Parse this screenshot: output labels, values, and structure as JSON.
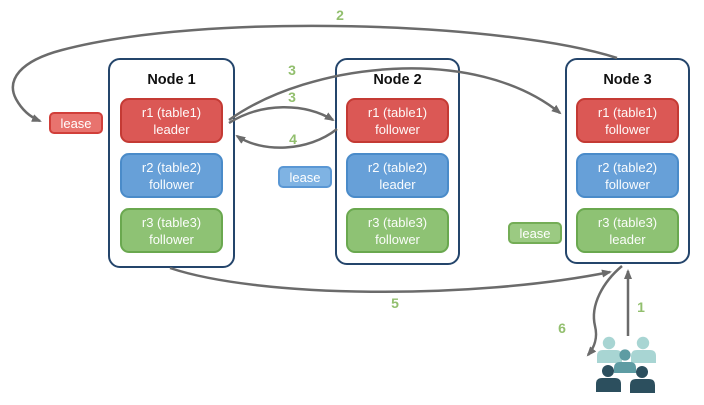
{
  "nodes": [
    {
      "title": "Node 1",
      "replicas": [
        {
          "name": "r1 (table1)",
          "role": "leader",
          "color": "red"
        },
        {
          "name": "r2 (table2)",
          "role": "follower",
          "color": "blue"
        },
        {
          "name": "r3 (table3)",
          "role": "follower",
          "color": "green"
        }
      ]
    },
    {
      "title": "Node 2",
      "replicas": [
        {
          "name": "r1 (table1)",
          "role": "follower",
          "color": "red"
        },
        {
          "name": "r2 (table2)",
          "role": "leader",
          "color": "blue"
        },
        {
          "name": "r3 (table3)",
          "role": "follower",
          "color": "green"
        }
      ]
    },
    {
      "title": "Node 3",
      "replicas": [
        {
          "name": "r1 (table1)",
          "role": "follower",
          "color": "red"
        },
        {
          "name": "r2 (table2)",
          "role": "follower",
          "color": "blue"
        },
        {
          "name": "r3 (table3)",
          "role": "leader",
          "color": "green"
        }
      ]
    }
  ],
  "leases": [
    {
      "label": "lease",
      "color": "red"
    },
    {
      "label": "lease",
      "color": "blue"
    },
    {
      "label": "lease",
      "color": "green"
    }
  ],
  "steps": [
    {
      "label": "1"
    },
    {
      "label": "2"
    },
    {
      "label": "3"
    },
    {
      "label": "3"
    },
    {
      "label": "4"
    },
    {
      "label": "5"
    },
    {
      "label": "6"
    }
  ],
  "colors": {
    "replica_red": "#db5855",
    "replica_red_border": "#c43a34",
    "replica_blue": "#67a0d8",
    "replica_blue_border": "#4a8bc9",
    "replica_green": "#8ec274",
    "replica_green_border": "#6aa84f",
    "lease_red": "#e8736e",
    "lease_blue": "#7fb3e3",
    "lease_green": "#9bca82",
    "node_border": "#24456b",
    "arrow": "#6b6b6b",
    "step_label": "#92bf6e",
    "users_light": "#a8d5d3",
    "users_mid": "#5e9ca3",
    "users_dark": "#2c4f5e"
  }
}
